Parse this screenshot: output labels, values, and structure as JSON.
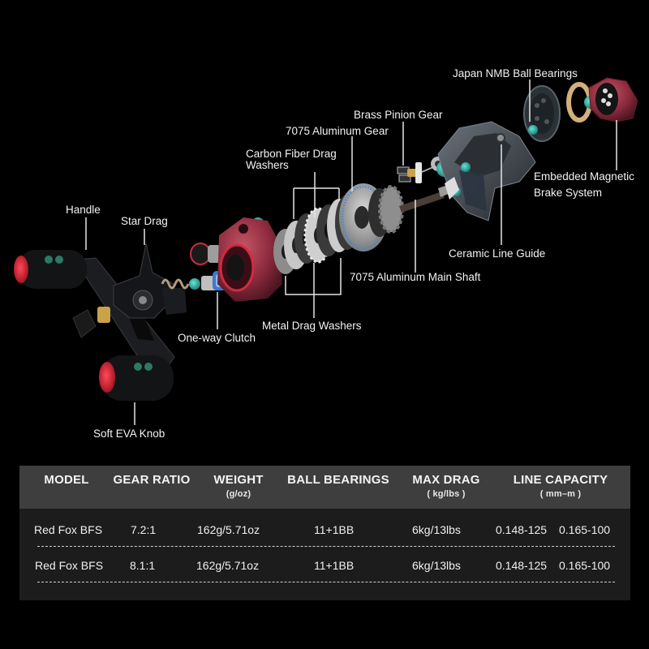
{
  "diagram": {
    "title": "Baitcasting reel exploded view",
    "labels": {
      "handle": "Handle",
      "star_drag": "Star Drag",
      "one_way_clutch": "One-way Clutch",
      "soft_eva_knob": "Soft EVA Knob",
      "carbon_fiber_drag_washers_l1": "Carbon Fiber Drag",
      "carbon_fiber_drag_washers_l2": "Washers",
      "metal_drag_washers": "Metal Drag Washers",
      "aluminum_gear": "7075 Aluminum Gear",
      "brass_pinion_gear": "Brass Pinion Gear",
      "aluminum_main_shaft": "7075 Aluminum Main Shaft",
      "ceramic_line_guide": "Ceramic Line Guide",
      "japan_nmb_ball_bearings": "Japan NMB Ball Bearings",
      "embedded_magnetic_brake_l1": "Embedded Magnetic",
      "embedded_magnetic_brake_l2": "Brake System"
    },
    "colors": {
      "background": "#000000",
      "accent_red": "#b0263a",
      "side_plate_red": "#8a2a3c",
      "bearing_teal": "#2bb3a8",
      "body_gray": "#4a5058",
      "washer_gray": "#8a8a8a",
      "brass": "#c9a24a"
    }
  },
  "spec_table": {
    "header_bg": "#3e3e3e",
    "body_bg": "#1c1c1c",
    "columns": [
      {
        "label": "MODEL",
        "unit": ""
      },
      {
        "label": "GEAR RATIO",
        "unit": ""
      },
      {
        "label": "WEIGHT",
        "unit": "(g/oz)"
      },
      {
        "label": "BALL BEARINGS",
        "unit": ""
      },
      {
        "label": "MAX DRAG",
        "unit": "( kg/lbs )"
      },
      {
        "label": "LINE CAPACITY",
        "unit": "( mm–m )"
      }
    ],
    "rows": [
      {
        "model": "Red Fox BFS",
        "gear_ratio": "7.2:1",
        "weight": "162g/5.71oz",
        "ball_bearings": "11+1BB",
        "max_drag": "6kg/13lbs",
        "line_capacity_1": "0.148-125",
        "line_capacity_2": "0.165-100"
      },
      {
        "model": "Red Fox BFS",
        "gear_ratio": "8.1:1",
        "weight": "162g/5.71oz",
        "ball_bearings": "11+1BB",
        "max_drag": "6kg/13lbs",
        "line_capacity_1": "0.148-125",
        "line_capacity_2": "0.165-100"
      }
    ]
  }
}
